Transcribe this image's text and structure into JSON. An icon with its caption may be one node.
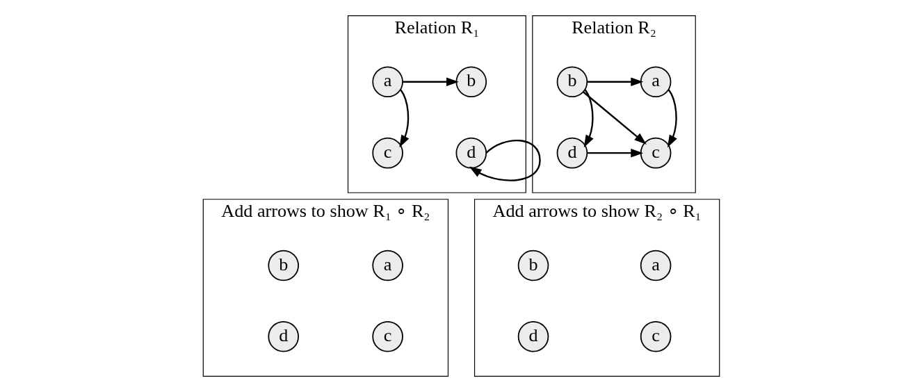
{
  "diagram": {
    "nodes": [
      {
        "text": [
          "Relation R₁"
        ]
      },
      {
        "text": [
          "a"
        ],
        "in": 0
      },
      {
        "text": [
          "b"
        ],
        "in": 0
      },
      {
        "text": [
          "c"
        ],
        "in": 0
      },
      {
        "text": [
          "d"
        ],
        "in": 0
      },
      {
        "text": [
          "Relation R₂"
        ]
      },
      {
        "text": [
          "a"
        ],
        "in": 5
      },
      {
        "text": [
          "b"
        ],
        "in": 5
      },
      {
        "text": [
          "c"
        ],
        "in": 5
      },
      {
        "text": [
          "d"
        ],
        "in": 5
      },
      {
        "text": [
          "Add arrows to show R₁ ∘ R₂"
        ]
      },
      {
        "text": [
          "a"
        ],
        "in": 10
      },
      {
        "text": [
          "b"
        ],
        "in": 10
      },
      {
        "text": [
          "c"
        ],
        "in": 10
      },
      {
        "text": [
          "d"
        ],
        "in": 10
      },
      {
        "text": [
          "Add arrows to show R₂ ∘ R₁"
        ]
      },
      {
        "text": [
          "a"
        ],
        "in": 15
      },
      {
        "text": [
          "b"
        ],
        "in": 15
      },
      {
        "text": [
          "c"
        ],
        "in": 15
      },
      {
        "text": [
          "d"
        ],
        "in": 15
      }
    ],
    "edges": [
      {
        "from": 1,
        "to": 2,
        "arrow": "to"
      },
      {
        "from": 1,
        "to": 3,
        "arrow": "to"
      },
      {
        "from": 4,
        "to": 4,
        "arrow": "to"
      },
      {
        "from": 7,
        "to": 6,
        "arrow": "to"
      },
      {
        "from": 6,
        "to": 8,
        "arrow": "to"
      },
      {
        "from": 7,
        "to": 8,
        "arrow": "to"
      },
      {
        "from": 7,
        "to": 9,
        "arrow": "to"
      },
      {
        "from": 9,
        "to": 8,
        "arrow": "to"
      }
    ]
  }
}
